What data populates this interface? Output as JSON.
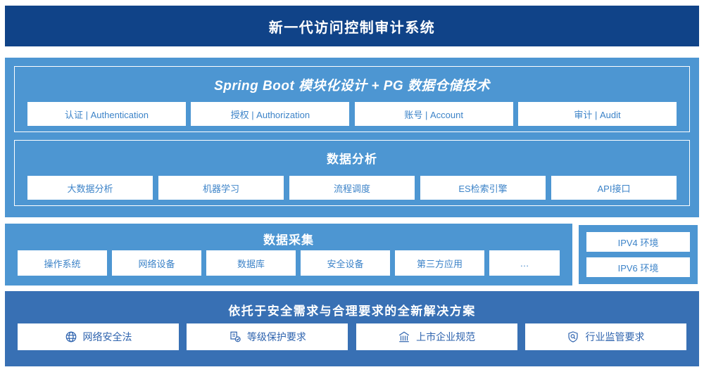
{
  "header": {
    "title": "新一代访问控制审计系统"
  },
  "colors": {
    "header_navy": "#104388",
    "panel_blue": "#4D96D2",
    "bottom_blue": "#3870B4",
    "tile_text": "#3C83C8",
    "tile_text_dark": "#2E63AE",
    "tile_bg": "#FFFFFF"
  },
  "section_spring": {
    "title": "Spring Boot 模块化设计 + PG 数据仓储技术",
    "tiles": [
      {
        "label": "认证 | Authentication"
      },
      {
        "label": "授权 | Authorization"
      },
      {
        "label": "账号 | Account"
      },
      {
        "label": "审计 | Audit"
      }
    ]
  },
  "section_analysis": {
    "title": "数据分析",
    "tiles": [
      {
        "label": "大数据分析"
      },
      {
        "label": "机器学习"
      },
      {
        "label": "流程调度"
      },
      {
        "label": "ES检索引擎"
      },
      {
        "label": "API接口"
      }
    ]
  },
  "section_collection": {
    "title": "数据采集",
    "tiles": [
      {
        "label": "操作系统"
      },
      {
        "label": "网络设备"
      },
      {
        "label": "数据库"
      },
      {
        "label": "安全设备"
      },
      {
        "label": "第三方应用"
      },
      {
        "label": "…"
      }
    ]
  },
  "section_environment": {
    "tiles": [
      {
        "label": "IPV4 环境"
      },
      {
        "label": "IPV6 环境"
      }
    ]
  },
  "section_solution": {
    "title": "依托于安全需求与合理要求的全新解决方案",
    "tiles": [
      {
        "label": "网络安全法",
        "icon": "globe-icon"
      },
      {
        "label": "等级保护要求",
        "icon": "document-check-icon"
      },
      {
        "label": "上市企业规范",
        "icon": "bank-icon"
      },
      {
        "label": "行业监管要求",
        "icon": "shield-search-icon"
      }
    ]
  }
}
